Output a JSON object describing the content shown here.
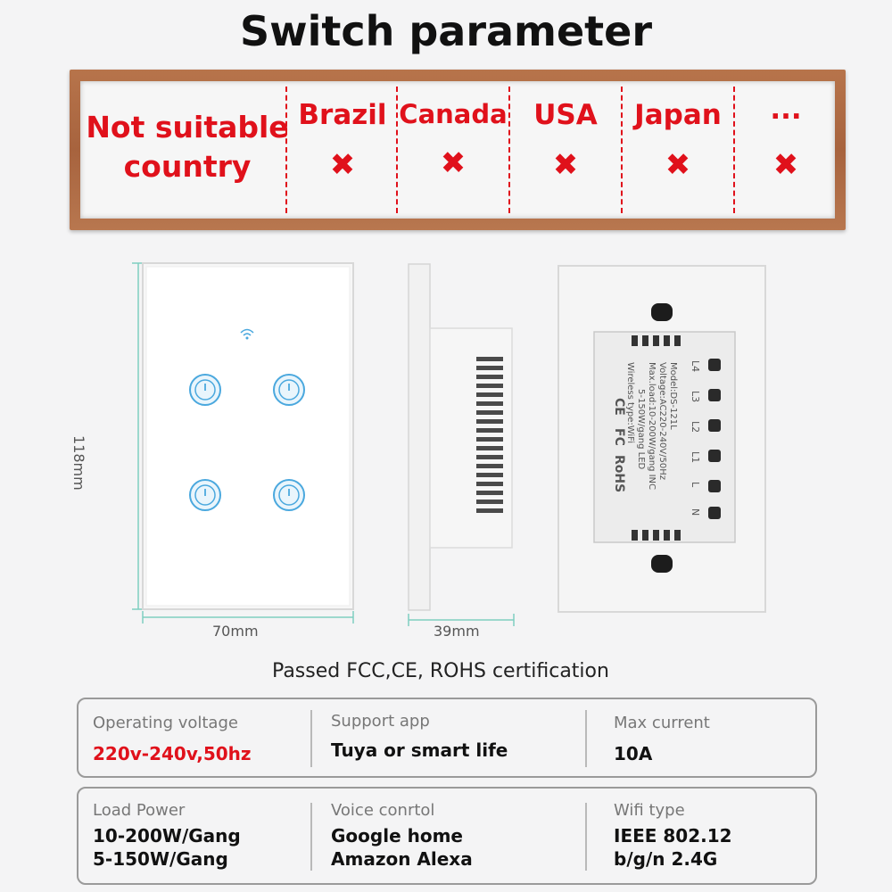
{
  "title": "Switch parameter",
  "not_suitable": {
    "heading_line1": "Not suitable",
    "heading_line2": "country",
    "mark": "✖",
    "countries": [
      "Brazil",
      "Canada",
      "USA",
      "Japan",
      "..."
    ]
  },
  "dimensions": {
    "height": "118mm",
    "width": "70mm",
    "depth": "39mm"
  },
  "back_panel": {
    "model": "Model:DS-121L",
    "voltage": "Voltage:AC220-240V/50Hz",
    "max_load": "Max.load:10-200W/gang INC",
    "max_load2": "5-150W/gang LED",
    "wireless": "Wireless type:WiFi",
    "terminals": [
      "L4",
      "L3",
      "L2",
      "L1",
      "L",
      "N"
    ],
    "marks": [
      "CE",
      "FC",
      "RoHS"
    ]
  },
  "certification": "Passed FCC,CE, ROHS certification",
  "specs": {
    "row1": [
      {
        "label": "Operating voltage",
        "value": "220v-240v,50hz",
        "value2": ""
      },
      {
        "label": "Support app",
        "value": "Tuya or smart life",
        "value2": ""
      },
      {
        "label": "Max current",
        "value": "10A",
        "value2": ""
      }
    ],
    "row2": [
      {
        "label": "Load Power",
        "value": "10-200W/Gang",
        "value2": "5-150W/Gang"
      },
      {
        "label": "Voice conrtol",
        "value": "Google home",
        "value2": "Amazon Alexa"
      },
      {
        "label": "Wifi type",
        "value": "IEEE 802.12",
        "value2": "b/g/n  2.4G"
      }
    ]
  },
  "colors": {
    "accent_red": "#e0111b",
    "touch_blue": "#4aa8de",
    "dim_line": "#7fcfc0",
    "wood": "#a7633e"
  }
}
